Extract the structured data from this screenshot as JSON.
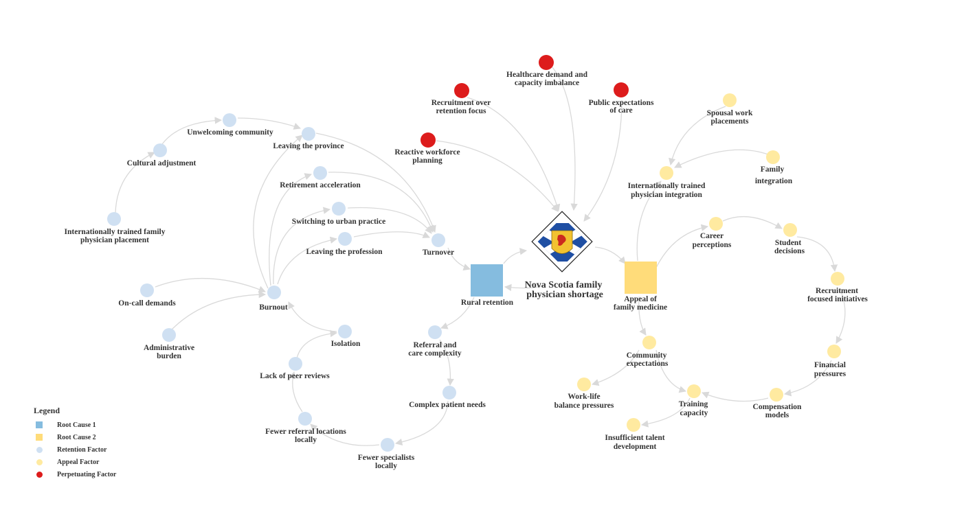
{
  "colors": {
    "root1": "#85bcdf",
    "root2": "#ffdc7a",
    "retention": "#cfe0f2",
    "appeal": "#ffeaa0",
    "perpetuating": "#dd1c1c",
    "edge": "#d9d9d9",
    "flag_blue": "#1f4fa3",
    "flag_gold": "#f2c230",
    "flag_red": "#cc2a1e"
  },
  "center": {
    "label_line1": "Nova Scotia family",
    "label_line2": "physician shortage",
    "icon": "nova-scotia-flag-icon"
  },
  "nodes": {
    "rural_retention": {
      "label": "Rural retention",
      "type": "root1"
    },
    "appeal": {
      "label1": "Appeal of",
      "label2": "family medicine",
      "type": "root2"
    },
    "turnover": {
      "label": "Turnover"
    },
    "burnout": {
      "label": "Burnout"
    },
    "leaving_province": {
      "label": "Leaving the province"
    },
    "unwelcoming": {
      "label": "Unwelcoming community"
    },
    "cultural": {
      "label": "Cultural adjustment"
    },
    "itfp_placement": {
      "label1": "Internationally trained family",
      "label2": "physician placement"
    },
    "retirement": {
      "label": "Retirement acceleration"
    },
    "urban": {
      "label": "Switching to urban practice"
    },
    "leaving_prof": {
      "label": "Leaving the profession"
    },
    "oncall": {
      "label": "On-call demands"
    },
    "admin": {
      "label1": "Administrative",
      "label2": "burden"
    },
    "isolation": {
      "label": "Isolation"
    },
    "peer": {
      "label": "Lack of peer reviews"
    },
    "fewer_ref": {
      "label1": "Fewer referral locations",
      "label2": "locally"
    },
    "fewer_spec": {
      "label1": "Fewer specialists",
      "label2": "locally"
    },
    "complex": {
      "label": "Complex patient needs"
    },
    "referral": {
      "label1": "Referral and",
      "label2": "care complexity"
    },
    "reactive": {
      "label1": "Reactive workforce",
      "label2": "planning"
    },
    "recruit_over": {
      "label1": "Recruitment over",
      "label2": "retention focus"
    },
    "demand": {
      "label1": "Healthcare demand and",
      "label2": "capacity imbalance"
    },
    "public": {
      "label1": "Public expectations",
      "label2": "of care"
    },
    "spousal": {
      "label1": "Spousal work",
      "label2": "placements"
    },
    "family_int": {
      "label1": "Family",
      "label2": "integration"
    },
    "itp_int": {
      "label1": "Internationally trained",
      "label2": "physician integration"
    },
    "career": {
      "label1": "Career",
      "label2": "perceptions"
    },
    "student": {
      "label1": "Student",
      "label2": "decisions"
    },
    "recruit_init": {
      "label1": "Recruitment",
      "label2": "focused initiatives"
    },
    "financial": {
      "label1": "Financial",
      "label2": "pressures"
    },
    "compensation": {
      "label1": "Compensation",
      "label2": "models"
    },
    "training": {
      "label1": "Training",
      "label2": "capacity"
    },
    "insufficient": {
      "label1": "Insufficient talent",
      "label2": "development"
    },
    "worklife": {
      "label1": "Work-life",
      "label2": "balance pressures"
    },
    "community": {
      "label1": "Community",
      "label2": "expectations"
    }
  },
  "legend": {
    "title": "Legend",
    "items": [
      {
        "label": "Root Cause 1",
        "shape": "square",
        "color": "#85bcdf"
      },
      {
        "label": "Root Cause 2",
        "shape": "square",
        "color": "#ffdc7a"
      },
      {
        "label": "Retention Factor",
        "shape": "circle",
        "color": "#cfe0f2"
      },
      {
        "label": "Appeal Factor",
        "shape": "circle",
        "color": "#ffeaa0"
      },
      {
        "label": "Perpetuating Factor",
        "shape": "circle",
        "color": "#dd1c1c"
      }
    ]
  }
}
